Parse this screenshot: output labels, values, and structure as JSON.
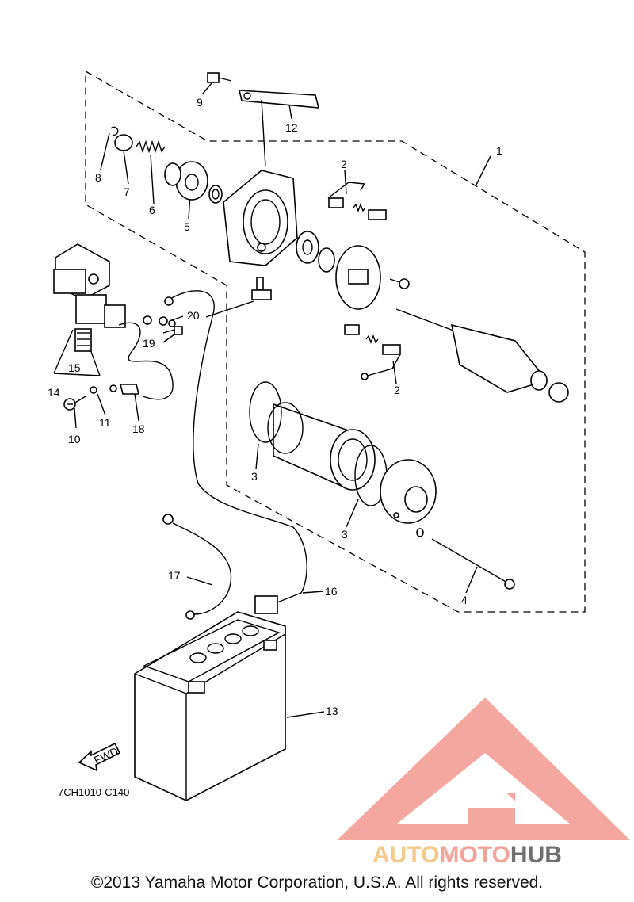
{
  "diagram": {
    "callouts": [
      "1",
      "2",
      "2",
      "3",
      "3",
      "4",
      "5",
      "6",
      "7",
      "8",
      "9",
      "10",
      "11",
      "12",
      "13",
      "14",
      "15",
      "16",
      "17",
      "18",
      "19",
      "20"
    ],
    "fwd_label": "FWD",
    "drawing_code": "7CH1010-C140",
    "copyright": "©2013 Yamaha Motor Corporation, U.S.A. All rights reserved."
  },
  "watermark": {
    "brand_text": "AUTOMOTOHUB",
    "brand_parts": [
      "AUTO",
      "MOTO",
      "HUB"
    ],
    "colors": {
      "auto": "#f5c98a",
      "moto": "#f2a49a",
      "hub": "#6f6f6f",
      "logo": "#f08a80"
    }
  }
}
